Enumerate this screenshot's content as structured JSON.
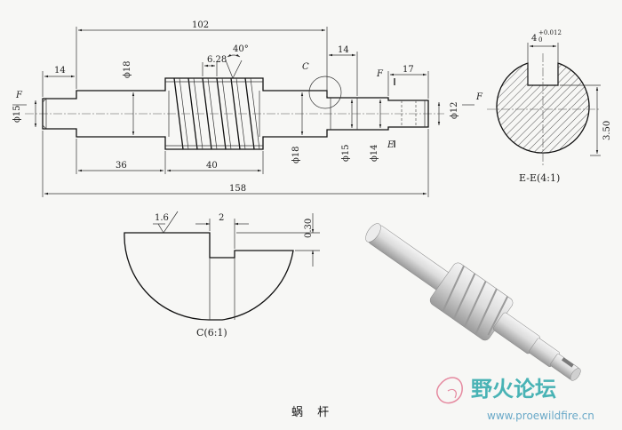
{
  "dimensions": {
    "overall_length": "102",
    "total_length": "158",
    "left_shoulder": "14",
    "right_shoulder": "14",
    "right_end_len": "17",
    "seg_36": "36",
    "seg_40": "40",
    "pitch": "6.28",
    "angle": "40°",
    "dia_18_left": "ϕ18",
    "dia_15_left": "ϕ15",
    "dia_18_right": "ϕ18",
    "dia_15_right": "ϕ15",
    "dia_14": "ϕ14",
    "dia_12": "ϕ12",
    "groove_width": "2",
    "groove_depth": "0.30",
    "roughness": "1.6",
    "keyway_width": "4",
    "keyway_tol_upper": "+0.012",
    "keyway_tol_lower": "0",
    "keyway_depth": "3.50"
  },
  "labels": {
    "detail_c_marker": "C",
    "section_f_left": "F",
    "section_f_top": "F",
    "section_f_right": "F",
    "section_e_marker": "E",
    "section_e_caption": "E-E(4:1)",
    "detail_c_caption": "C(6:1)",
    "part_title": "蜗 杆"
  },
  "watermark": {
    "site_name": "野火论坛",
    "url": "www.proewildfire.cn"
  },
  "colors": {
    "line": "#111111",
    "watermark_text": "#49b3b5",
    "watermark_url": "#6aa9c8",
    "render_body": "#d8d8d8"
  }
}
